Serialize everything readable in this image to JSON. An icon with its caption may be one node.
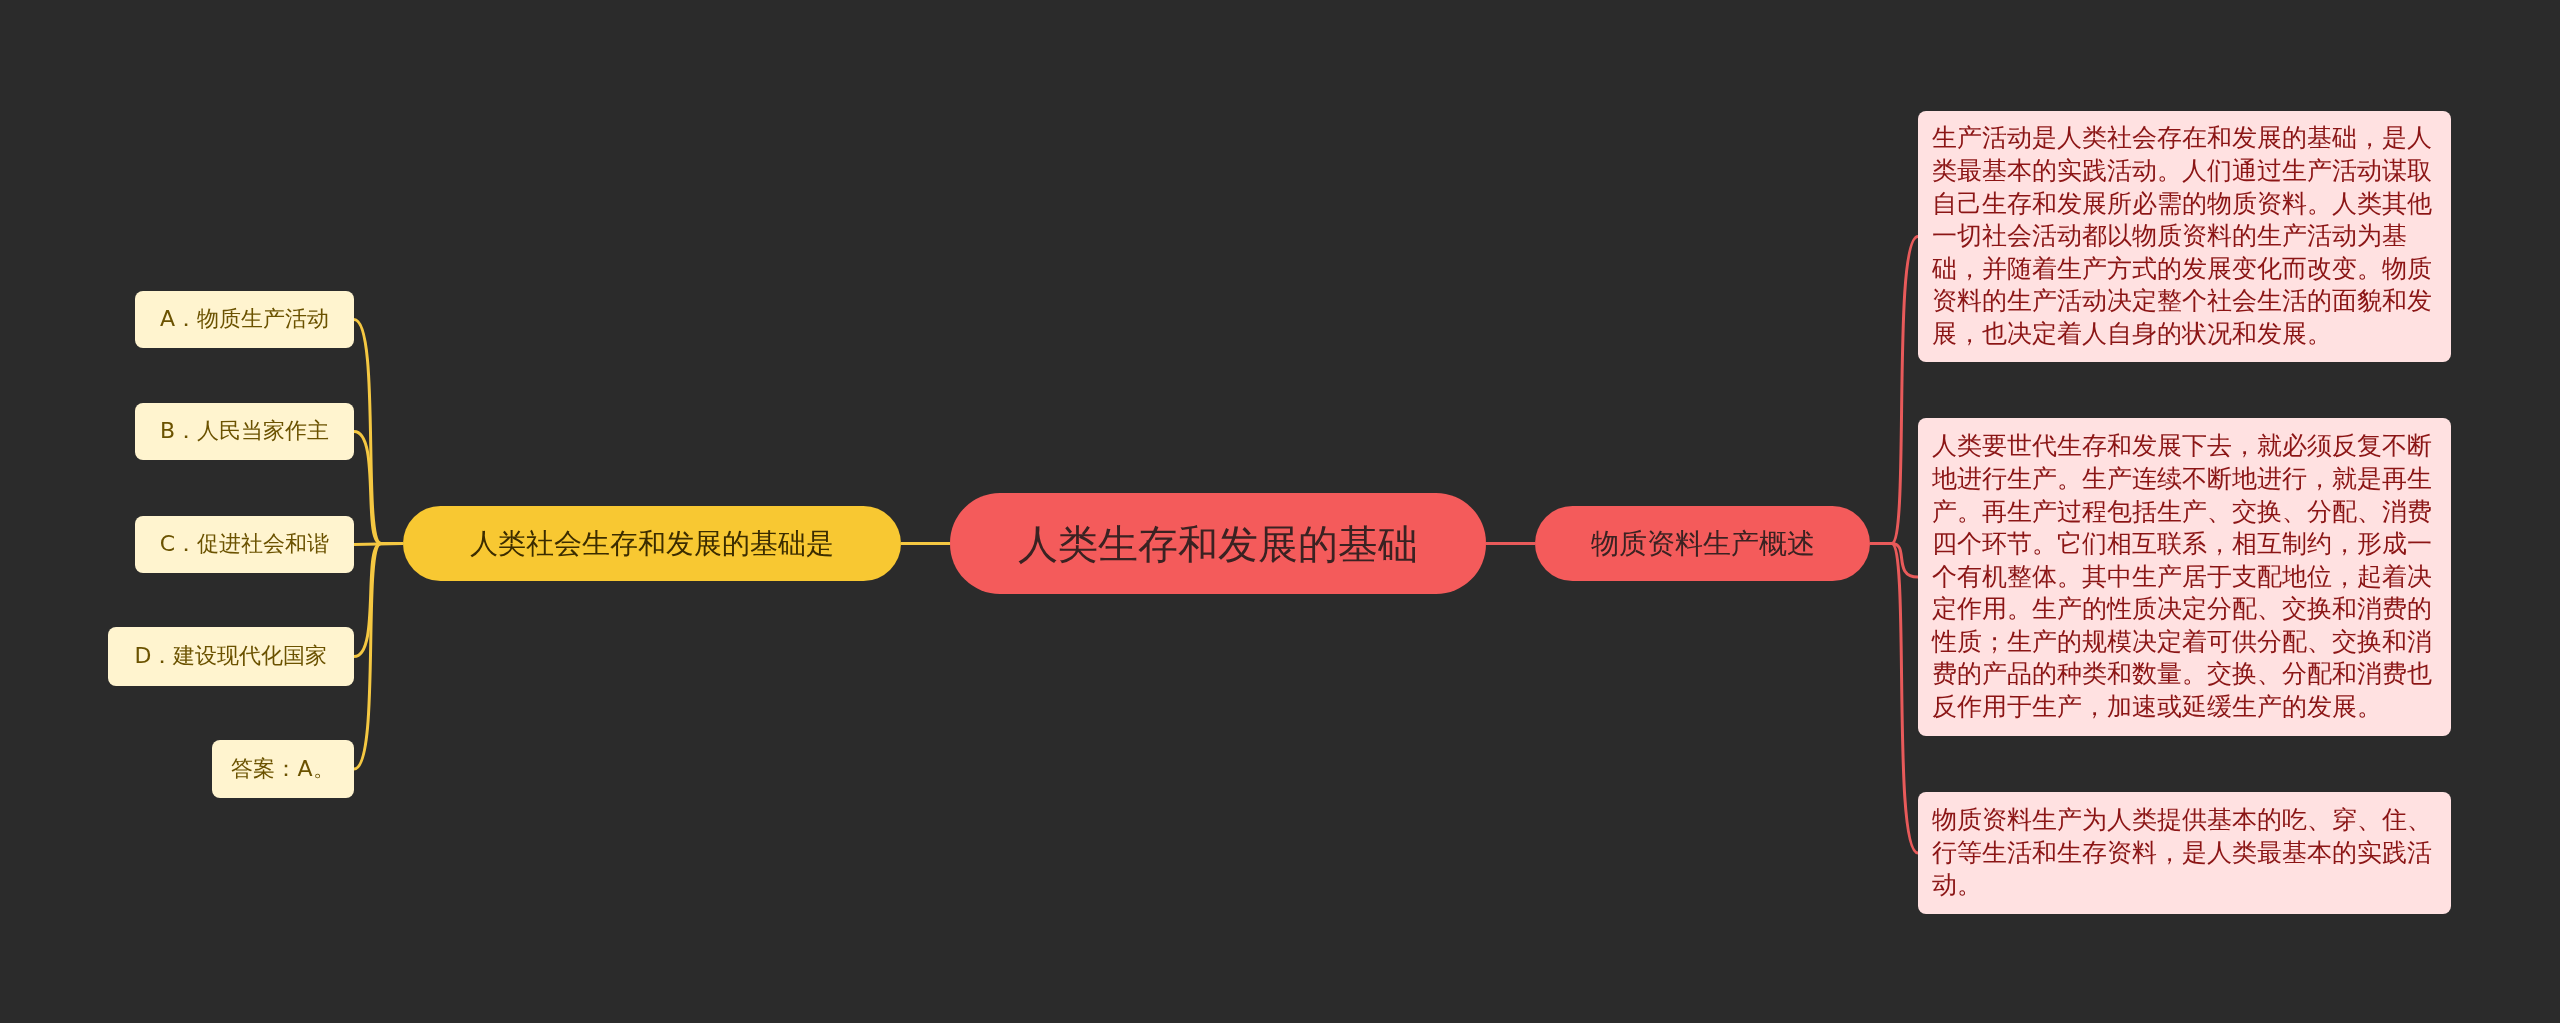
{
  "diagram": {
    "nodes": [
      {
        "text": [
          "人类生存和发展的基础"
        ]
      },
      {
        "text": [
          "人类社会生存和发展的基础是"
        ]
      },
      {
        "text": [
          "A．物质生产活动"
        ]
      },
      {
        "text": [
          "B．人民当家作主"
        ]
      },
      {
        "text": [
          "C．促进社会和谐"
        ]
      },
      {
        "text": [
          "D．建设现代化国家"
        ]
      },
      {
        "text": [
          "答案：A。"
        ]
      },
      {
        "text": [
          "物质资料生产概述"
        ]
      },
      {
        "text": [
          "生产活动是人类社会存在和发展的基础，是人类最基本的实践活动。人们通过生产活动谋取自己生存和发展所必需的物质资料。人类其他一切社会活动都以物质资料的生产活动为基础，并随着生产方式的发展变化而改变。物质资料的生产活动决定整个社会生活的面貌和发展，也决定着人自身的状况和发展。"
        ]
      },
      {
        "text": [
          "人类要世代生存和发展下去，就必须反复不断地进行生产。生产连续不断地进行，就是再生产。再生产过程包括生产、交换、分配、消费四个环节。它们相互联系，相互制约，形成一个有机整体。其中生产居于支配地位，起着决定作用。生产的性质决定分配、交换和消费的性质；生产的规模决定着可供分配、交换和消费的产品的种类和数量。交换、分配和消费也反作用于生产，加速或延缓生产的发展。"
        ]
      },
      {
        "text": [
          "物质资料生产为人类提供基本的吃、穿、住、行等生活和生存资料，是人类最基本的实践活动。"
        ]
      }
    ],
    "edges": [
      {
        "from": 0,
        "to": 1,
        "arrow": "none"
      },
      {
        "from": 1,
        "to": 2,
        "arrow": "none"
      },
      {
        "from": 1,
        "to": 3,
        "arrow": "none"
      },
      {
        "from": 1,
        "to": 4,
        "arrow": "none"
      },
      {
        "from": 1,
        "to": 5,
        "arrow": "none"
      },
      {
        "from": 1,
        "to": 6,
        "arrow": "none"
      },
      {
        "from": 0,
        "to": 7,
        "arrow": "none",
        "color": "#e85a5a"
      },
      {
        "from": 7,
        "to": 8,
        "arrow": "none",
        "color": "#e85a5a"
      },
      {
        "from": 7,
        "to": 9,
        "arrow": "none",
        "color": "#e85a5a"
      },
      {
        "from": 7,
        "to": 10,
        "arrow": "none",
        "color": "#e85a5a"
      }
    ]
  }
}
